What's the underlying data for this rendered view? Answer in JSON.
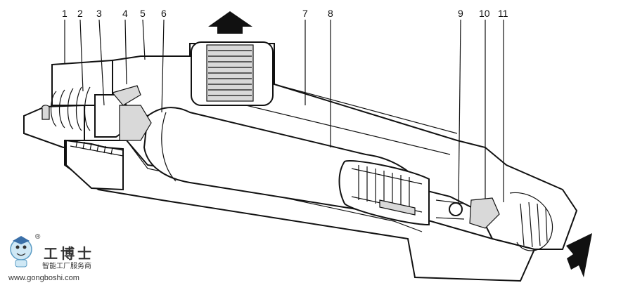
{
  "labels": [
    "1",
    "2",
    "3",
    "4",
    "5",
    "6",
    "7",
    "8",
    "9",
    "10",
    "11"
  ],
  "watermark": {
    "brand": "工博士",
    "tagline": "智能工厂服务商",
    "url": "www.gongboshi.com",
    "registered_mark": "®"
  }
}
